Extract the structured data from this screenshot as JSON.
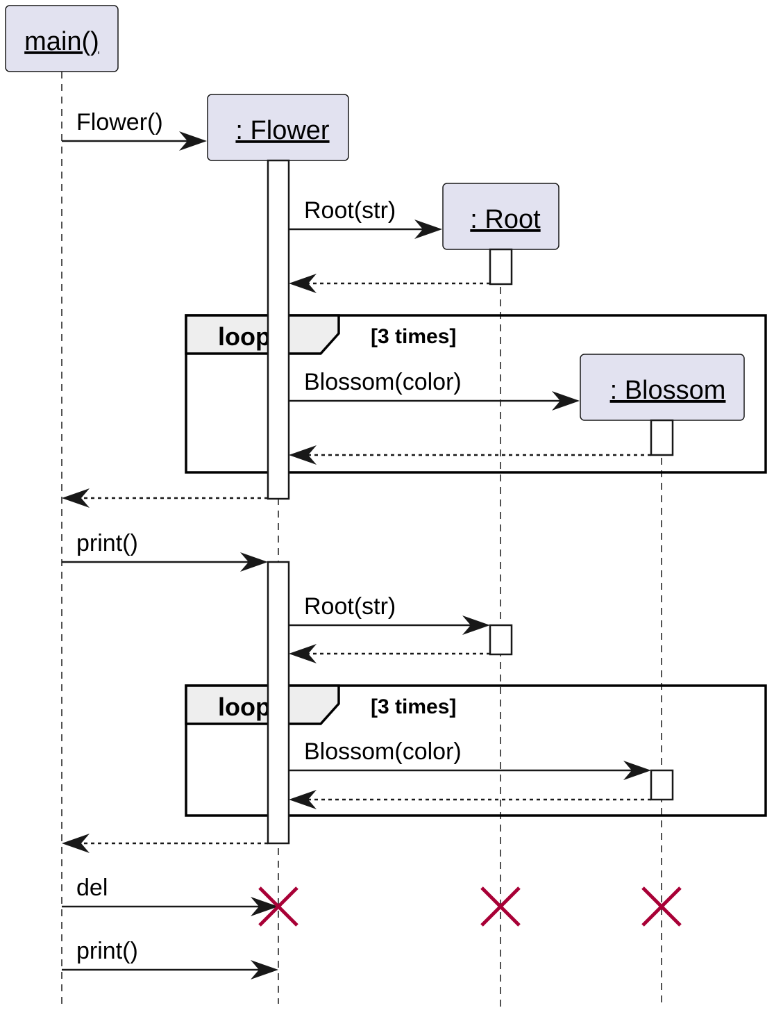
{
  "participants": [
    {
      "id": "main",
      "label": "main()"
    },
    {
      "id": "flower",
      "label": ": Flower"
    },
    {
      "id": "root",
      "label": ": Root"
    },
    {
      "id": "blossom",
      "label": ": Blossom"
    }
  ],
  "messages": {
    "m1": "Flower()",
    "m2": "Root(str)",
    "m3": "Blossom(color)",
    "m4": "print()",
    "m5": "Root(str)",
    "m6": "Blossom(color)",
    "m7": "del",
    "m8": "print()"
  },
  "frames": [
    {
      "keyword": "loop",
      "guard": "[3 times]"
    },
    {
      "keyword": "loop",
      "guard": "[3 times]"
    }
  ],
  "colors": {
    "participant_fill": "#e2e2f0",
    "destroy_mark": "#a80036",
    "frame_tab": "#eeeeee"
  }
}
